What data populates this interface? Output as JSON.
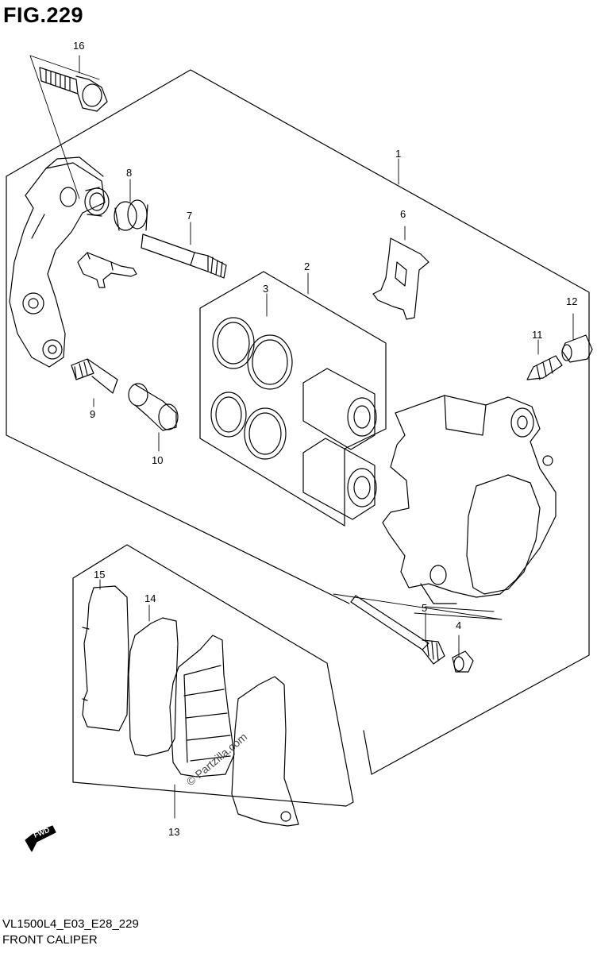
{
  "figure": {
    "title": "FIG.229"
  },
  "callouts": [
    {
      "id": "1",
      "label": "1"
    },
    {
      "id": "2",
      "label": "2"
    },
    {
      "id": "3",
      "label": "3"
    },
    {
      "id": "4",
      "label": "4"
    },
    {
      "id": "5",
      "label": "5"
    },
    {
      "id": "6",
      "label": "6"
    },
    {
      "id": "7",
      "label": "7"
    },
    {
      "id": "8",
      "label": "8"
    },
    {
      "id": "9",
      "label": "9"
    },
    {
      "id": "10",
      "label": "10"
    },
    {
      "id": "11",
      "label": "11"
    },
    {
      "id": "12",
      "label": "12"
    },
    {
      "id": "13",
      "label": "13"
    },
    {
      "id": "14",
      "label": "14"
    },
    {
      "id": "15",
      "label": "15"
    },
    {
      "id": "16",
      "label": "16"
    }
  ],
  "footer": {
    "code": "VL1500L4_E03_E28_229",
    "name": "FRONT CALIPER"
  },
  "watermark": "© Partzilla.com",
  "fwd_label": "FWD",
  "colors": {
    "line": "#000000",
    "background": "#ffffff"
  }
}
